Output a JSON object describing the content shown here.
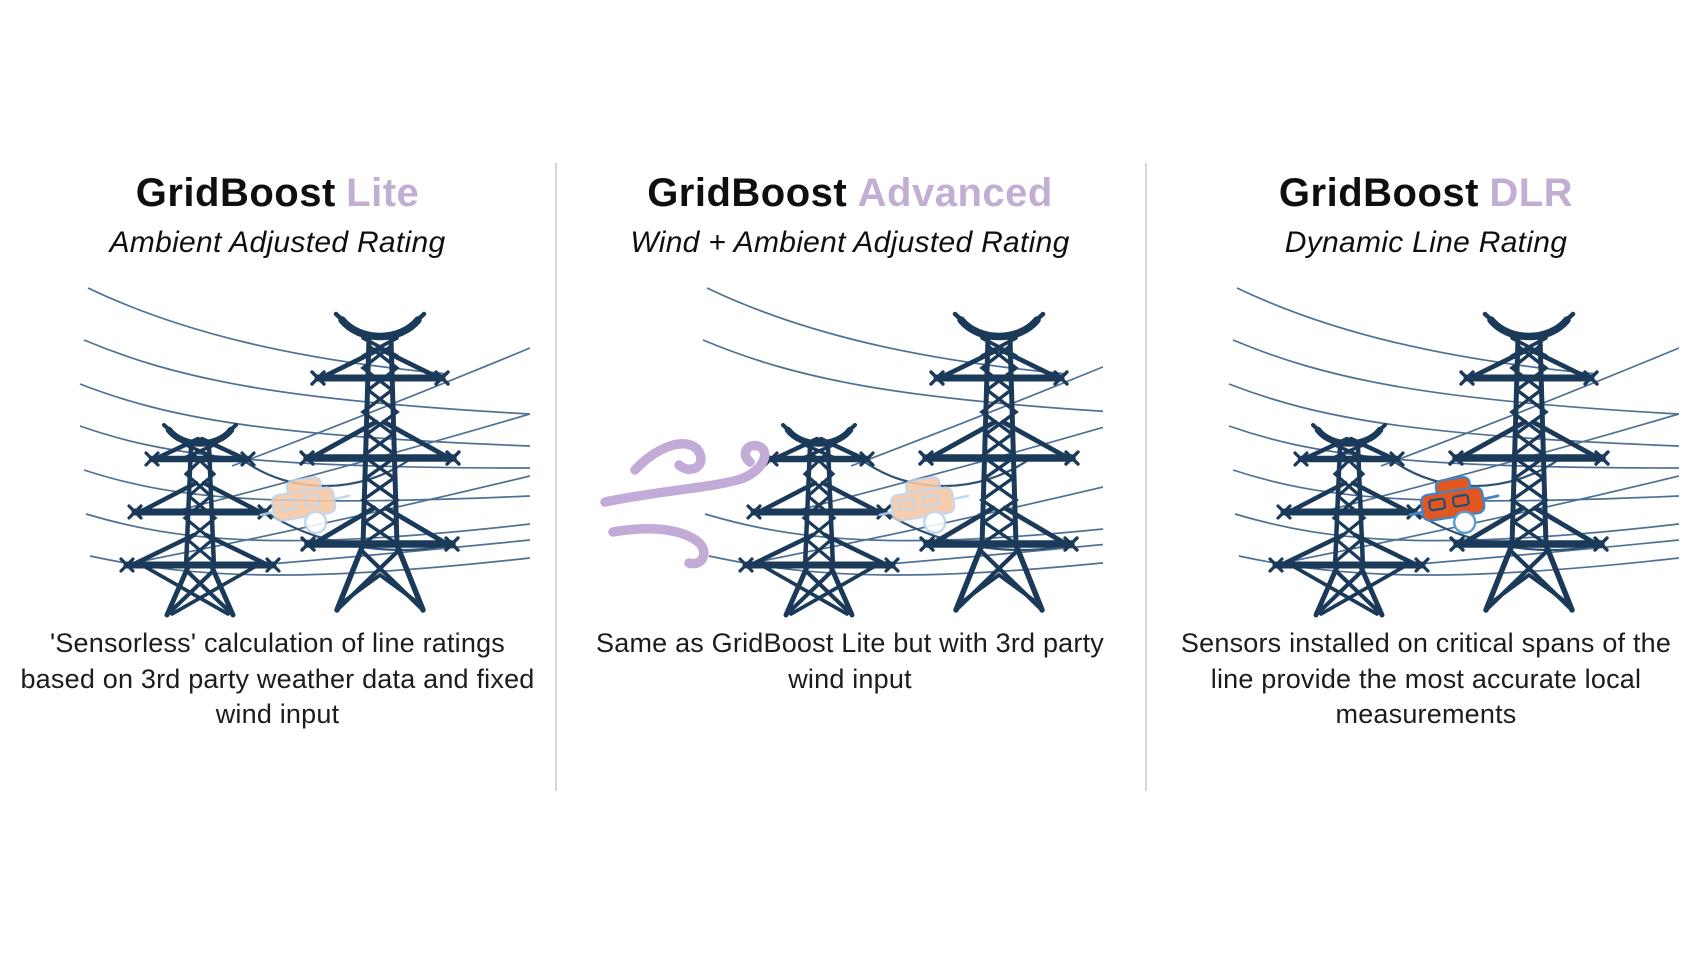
{
  "page": {
    "background": "#ffffff",
    "layout": "three-column product comparison infographic"
  },
  "colors": {
    "title_accent": "#c3aed3",
    "title_text": "#0f0f0f",
    "body_text": "#1c1c1c",
    "divider": "#ddd2e8",
    "tower_navy": "#1b3a5a",
    "wire_blue": "#507194",
    "wire_dark": "#2f5273",
    "wind_lavender": "#c2abd6",
    "sensor_orange": "#e2571f",
    "sensor_peach": "#f6c7a5",
    "sensor_blue_outline": "#3f85c8",
    "sensor_light_outline": "#b9d3ec"
  },
  "columns": [
    {
      "id": "lite",
      "title": {
        "prefix": "GridBoost",
        "suffix": "Lite"
      },
      "subtitle": "Ambient Adjusted Rating",
      "description": "'Sensorless' calculation of line ratings based on 3rd party weather data and fixed wind input",
      "illustration": {
        "icon": "transmission-towers-icon",
        "sensor_icon": "faded-line-sensor-icon",
        "sensor_style": "faded",
        "wind_icon": false
      }
    },
    {
      "id": "advanced",
      "title": {
        "prefix": "GridBoost",
        "suffix": "Advanced"
      },
      "subtitle": "Wind + Ambient Adjusted Rating",
      "description": "Same as GridBoost Lite but with 3rd party wind input",
      "illustration": {
        "icon": "transmission-towers-icon",
        "sensor_icon": "faded-line-sensor-icon",
        "sensor_style": "faded",
        "wind_icon": true
      }
    },
    {
      "id": "dlr",
      "title": {
        "prefix": "GridBoost",
        "suffix": "DLR"
      },
      "subtitle": "Dynamic Line Rating",
      "description": "Sensors installed on critical spans of the line provide the most accurate local measurements",
      "illustration": {
        "icon": "transmission-towers-icon",
        "sensor_icon": "line-sensor-icon",
        "sensor_style": "solid-orange",
        "wind_icon": false
      }
    }
  ]
}
